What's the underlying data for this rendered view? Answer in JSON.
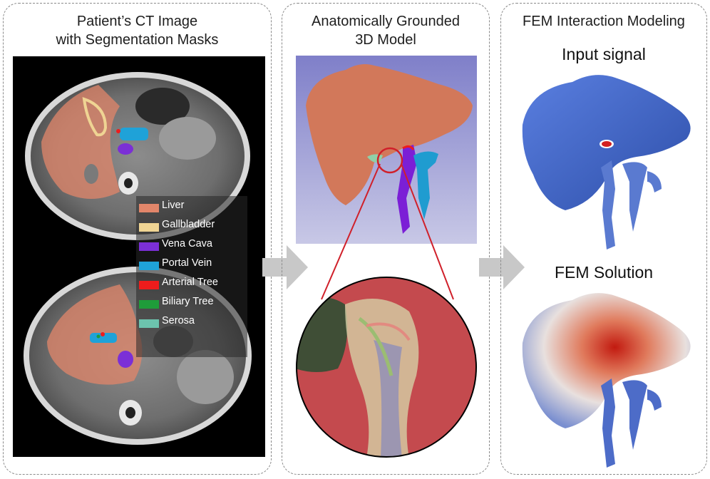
{
  "panels": {
    "ct": {
      "title_line1": "Patient’s CT Image",
      "title_line2": "with Segmentation Masks"
    },
    "model": {
      "title_line1": "Anatomically Grounded",
      "title_line2": "3D Model"
    },
    "fem": {
      "title": "FEM Interaction Modeling",
      "input_label": "Input signal",
      "solution_label": "FEM Solution"
    }
  },
  "legend": [
    {
      "label": "Liver",
      "color": "#e2866a"
    },
    {
      "label": "Gallbladder",
      "color": "#efd493"
    },
    {
      "label": "Vena Cava",
      "color": "#7b2fd6"
    },
    {
      "label": "Portal Vein",
      "color": "#1fa2d8"
    },
    {
      "label": "Arterial Tree",
      "color": "#ee1c1c"
    },
    {
      "label": "Biliary Tree",
      "color": "#1f9c3a"
    },
    {
      "label": "Serosa",
      "color": "#6cc3ad"
    }
  ],
  "colors": {
    "liver_model": "#d2785a",
    "zoom_ring": "#d0202a",
    "fem_cold": "#3d63c8",
    "fem_hot": "#d33a2a",
    "arrow": "#c8c8c8"
  }
}
